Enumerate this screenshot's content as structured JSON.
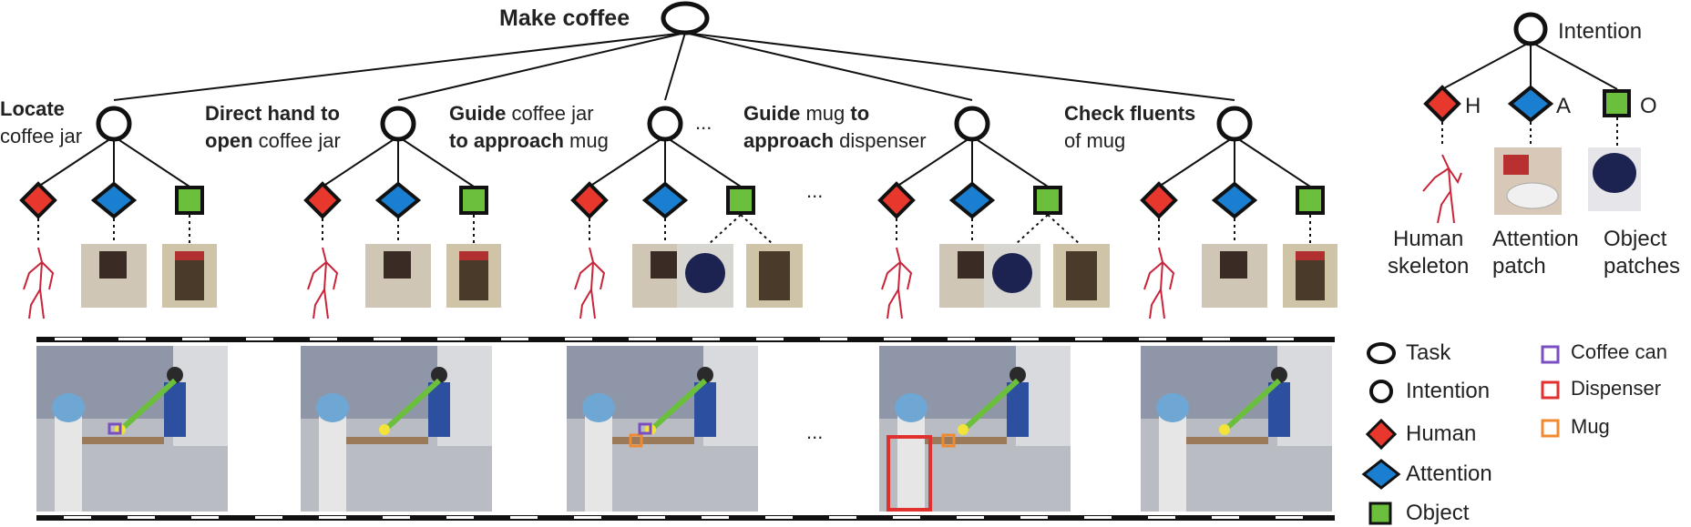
{
  "root": {
    "label": "Make coffee"
  },
  "dots": "...",
  "intentions": [
    {
      "b1": "Locate",
      "t1": "",
      "b2": "",
      "t2": "coffee jar"
    },
    {
      "b1": "Direct hand to",
      "t1": "",
      "b2": "open",
      "t2": " coffee jar"
    },
    {
      "b1": "Guide",
      "t1": " coffee jar",
      "b2": "to approach",
      "t2": " mug"
    },
    {
      "b1": "Guide",
      "t1": " mug ",
      "b1b": "to",
      "b2": "approach",
      "t2": " dispenser"
    },
    {
      "b1": "Check fluents",
      "t1": "",
      "b2": "",
      "t2": "of mug"
    }
  ],
  "schema": {
    "top": "Intention",
    "h": "H",
    "a": "A",
    "o": "O",
    "cap_human": [
      "Human",
      "skeleton"
    ],
    "cap_attention": [
      "Attention",
      "patch"
    ],
    "cap_object": [
      "Object",
      "patches"
    ]
  },
  "legend": [
    {
      "label": "Task",
      "symbol": "task-ellipse"
    },
    {
      "label": "Intention",
      "symbol": "intention-circle"
    },
    {
      "label": "Human",
      "symbol": "human-diamond",
      "color": "#e8372c"
    },
    {
      "label": "Attention",
      "symbol": "attention-diamond",
      "color": "#1a7fd0"
    },
    {
      "label": "Object",
      "symbol": "object-square",
      "color": "#6cbf3c"
    },
    {
      "label": "Coffee can",
      "symbol": "coffee-can-box",
      "color": "#7a4fbf"
    },
    {
      "label": "Dispenser",
      "symbol": "dispenser-box",
      "color": "#e03030"
    },
    {
      "label": "Mug",
      "symbol": "mug-box",
      "color": "#f08a30"
    }
  ],
  "colors": {
    "human": "#e8372c",
    "attention": "#1a7fd0",
    "object": "#6cbf3c",
    "skeleton": "#c8253a"
  }
}
